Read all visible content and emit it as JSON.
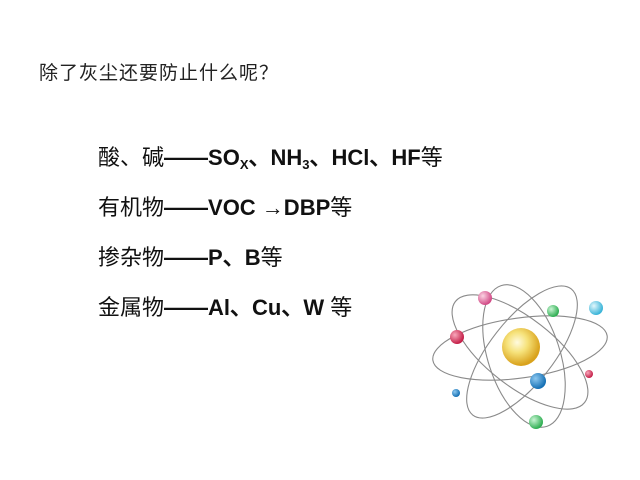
{
  "title": "除了灰尘还要防止什么呢？",
  "items": [
    {
      "category": "酸、碱",
      "dash": "——",
      "part1": "SO",
      "sub1": "X",
      "part2": "、NH",
      "sub2": "3",
      "part3": "、HCl、HF",
      "suffix": "等"
    },
    {
      "category": "有机物",
      "dash": "——",
      "text": "VOC →DBP",
      "suffix": "等"
    },
    {
      "category": "掺杂物",
      "dash": "——",
      "text": "P、B",
      "suffix": "等"
    },
    {
      "category": "金属物",
      "dash": "——",
      "text": "Al、Cu、W ",
      "suffix": "等"
    }
  ],
  "atom_graphic": {
    "icon": "atom-icon",
    "nucleus_color": "#f2d23c",
    "orbit_color": "#8a8a8a",
    "electron_colors": [
      "#e06a9a",
      "#4ec36b",
      "#5bc8e8",
      "#d8335a",
      "#1f86c8",
      "#4ec36b",
      "#e0336a",
      "#3a6fc0"
    ]
  }
}
